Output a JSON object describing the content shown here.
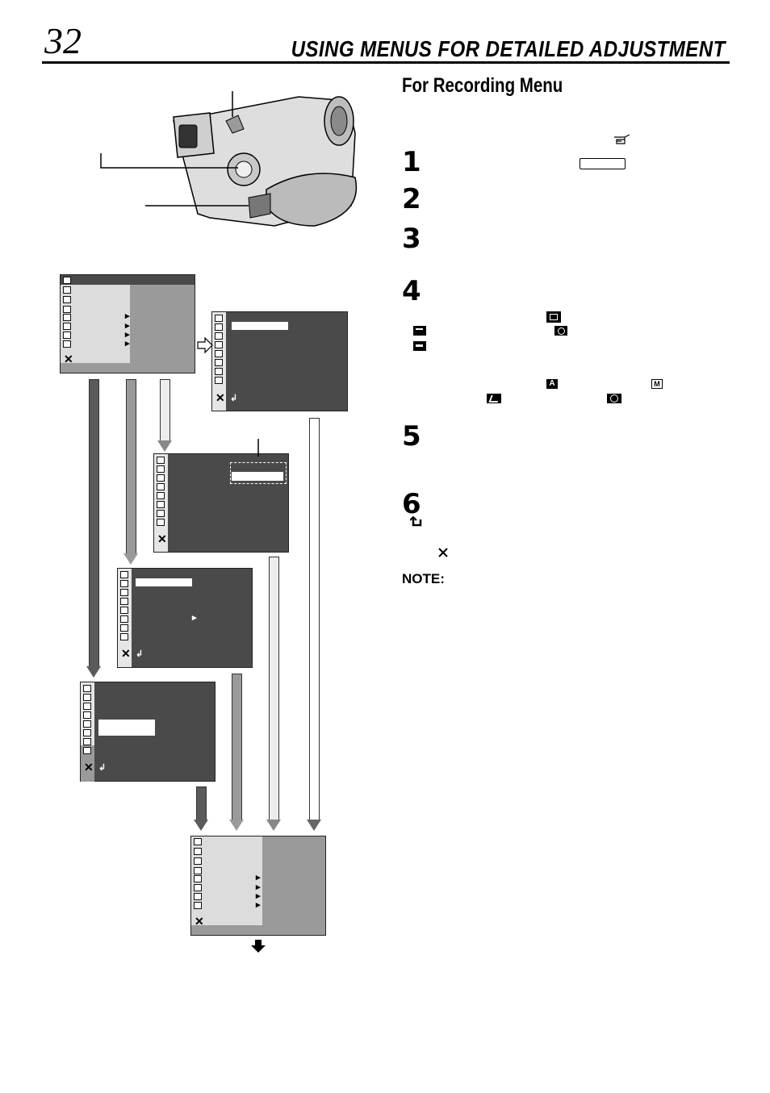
{
  "page": {
    "number": "32",
    "title": "USING MENUS FOR DETAILED ADJUSTMENT"
  },
  "section": {
    "title": "For Recording Menu"
  },
  "steps": [
    "1",
    "2",
    "3",
    "4",
    "5",
    "6"
  ],
  "note_label": "NOTE:",
  "icons": {
    "reference": "pointing-hand-icon",
    "return": "return-arrow-icon",
    "close": "x-close-icon",
    "menu_icons": [
      "camera-display-icon",
      "scene-icon",
      "effect-icon",
      "wipe-icon",
      "auto-a-icon",
      "manual-m-icon",
      "sound-icon",
      "clock-icon"
    ]
  },
  "colors": {
    "menu_dark": "#4a4a4a",
    "menu_light": "#dcdcdc",
    "menu_mid": "#9a9a9a",
    "arrow_dark": "#5a5a5a",
    "arrow_mid": "#9a9a9a",
    "arrow_light": "#e0e0e0"
  }
}
